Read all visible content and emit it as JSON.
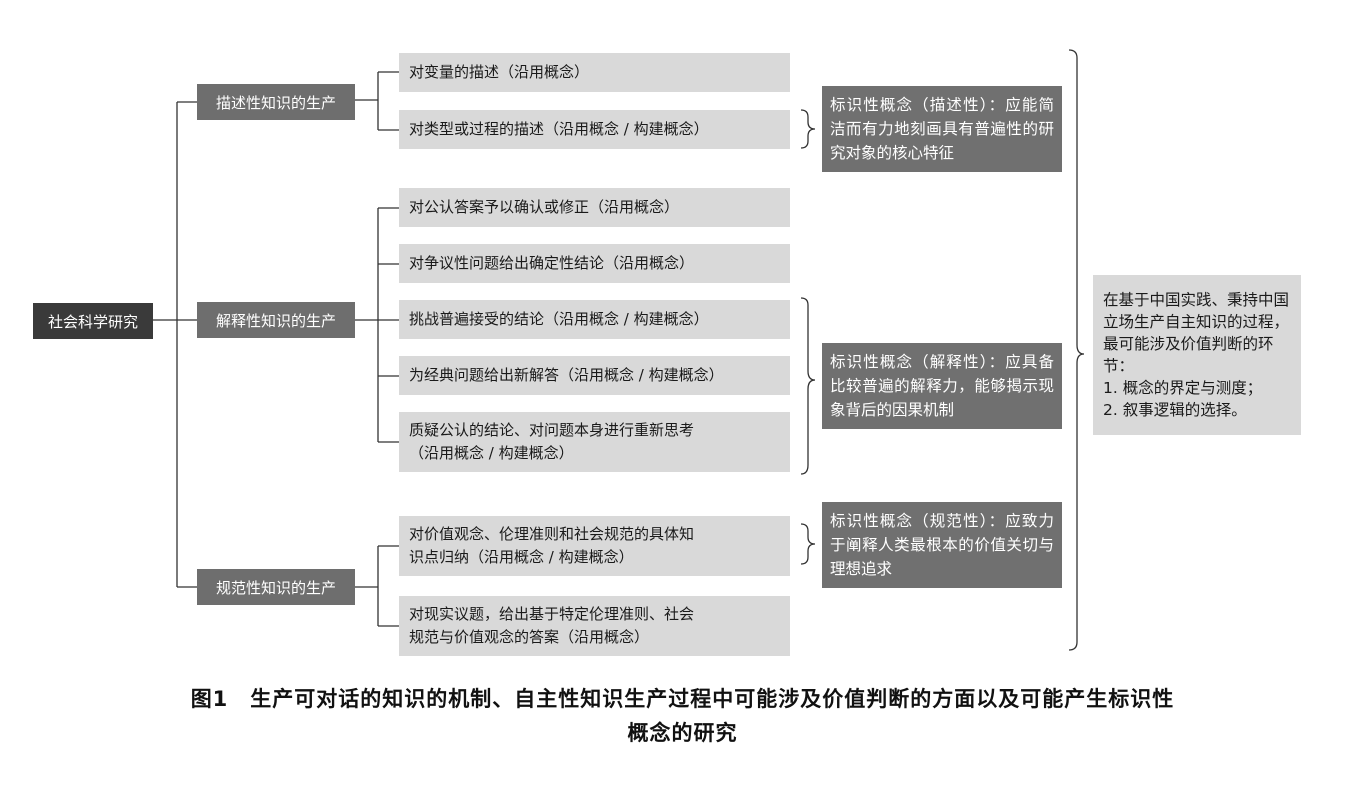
{
  "root": {
    "label": "社会科学研究"
  },
  "categories": [
    {
      "label": "描述性知识的生产",
      "items": [
        "对变量的描述（沿用概念）",
        "对类型或过程的描述（沿用概念 / 构建概念）"
      ]
    },
    {
      "label": "解释性知识的生产",
      "items": [
        "对公认答案予以确认或修正（沿用概念）",
        "对争议性问题给出确定性结论（沿用概念）",
        "挑战普遍接受的结论（沿用概念 / 构建概念）",
        "为经典问题给出新解答（沿用概念 / 构建概念）",
        "质疑公认的结论、对问题本身进行重新思考\n（沿用概念 / 构建概念）"
      ]
    },
    {
      "label": "规范性知识的生产",
      "items": [
        "对价值观念、伦理准则和社会规范的具体知\n识点归纳（沿用概念 / 构建概念）",
        "对现实议题，给出基于特定伦理准则、社会\n规范与价值观念的答案（沿用概念）"
      ]
    }
  ],
  "concepts": [
    "标识性概念（描述性）：应能简洁而有力地刻画具有普遍性的研究对象的核心特征",
    "标识性概念（解释性）：应具备比较普遍的解释力，能够揭示现象背后的因果机制",
    "标识性概念（规范性）：应致力于阐释人类最根本的价值关切与理想追求"
  ],
  "summary": "在基于中国实践、秉持中国立场生产自主知识的过程，最可能涉及价值判断的环节：\n1. 概念的界定与测度；\n2. 叙事逻辑的选择。",
  "caption": {
    "line1": "图1　生产可对话的知识的机制、自主性知识生产过程中可能涉及价值判断的方面以及可能产生标识性",
    "line2": "概念的研究"
  },
  "colors": {
    "root_fill": "#3a3a3a",
    "category_fill": "#6e6e6e",
    "item_fill": "#d9d9d9",
    "concept_fill": "#707070",
    "connector": "#333333"
  }
}
